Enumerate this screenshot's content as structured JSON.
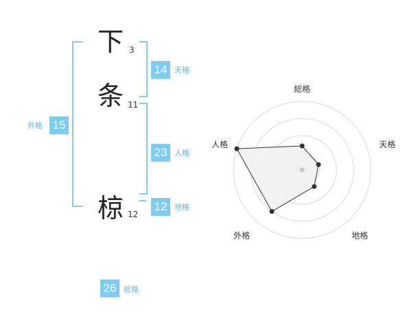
{
  "name_chars": [
    {
      "char": "下",
      "strokes": "3"
    },
    {
      "char": "条",
      "strokes": "11"
    },
    {
      "char": "椋",
      "strokes": "12"
    }
  ],
  "kaku": {
    "tenkaku": {
      "value": "14",
      "label": "天格"
    },
    "jinkaku": {
      "value": "23",
      "label": "人格"
    },
    "chikaku": {
      "value": "12",
      "label": "地格"
    },
    "gaikaku": {
      "value": "15",
      "label": "外格"
    },
    "soukaku": {
      "value": "26",
      "label": "総格"
    }
  },
  "colors": {
    "accent": "#7ecbf3",
    "accent_text": "#57b7ea",
    "radar_fill": "#f0f0f0",
    "radar_grid": "#d8d8d8",
    "radar_point": "#333333"
  },
  "chart_data": {
    "type": "radar",
    "axes": [
      "総格",
      "天格",
      "地格",
      "外格",
      "人格"
    ],
    "values": [
      0.35,
      0.25,
      0.3,
      0.75,
      1.0
    ],
    "rings": 4,
    "range": [
      0,
      1
    ]
  }
}
